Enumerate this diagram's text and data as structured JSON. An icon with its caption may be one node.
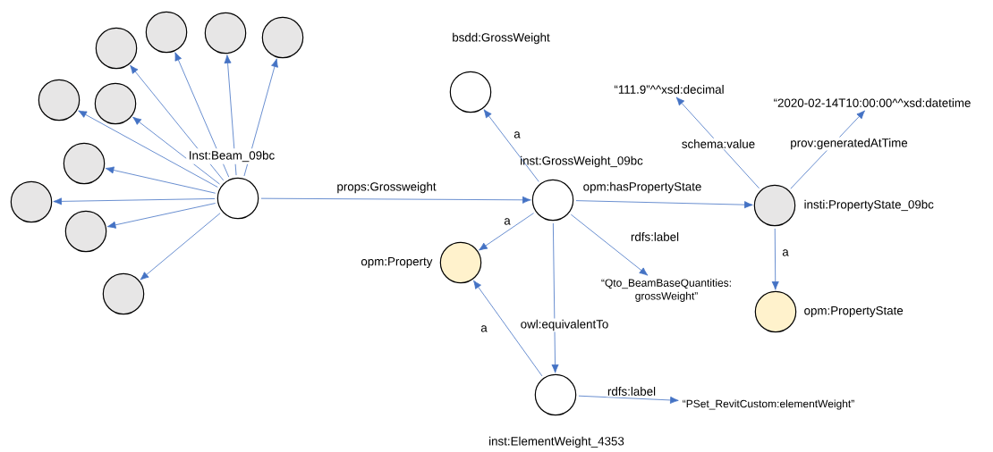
{
  "diagram": {
    "nodes": [
      {
        "text": [],
        "shape": "circle",
        "beside": [
          "Inst:Beam_09bc"
        ]
      },
      {
        "text": [],
        "shape": "circle"
      },
      {
        "text": [],
        "shape": "circle"
      },
      {
        "text": [],
        "shape": "circle"
      },
      {
        "text": [],
        "shape": "circle"
      },
      {
        "text": [],
        "shape": "circle"
      },
      {
        "text": [],
        "shape": "circle"
      },
      {
        "text": [],
        "shape": "circle"
      },
      {
        "text": [],
        "shape": "circle"
      },
      {
        "text": [],
        "shape": "circle"
      },
      {
        "text": [],
        "shape": "circle"
      },
      {
        "text": [],
        "shape": "circle",
        "beside": [
          "bsdd:GrossWeight"
        ]
      },
      {
        "text": [],
        "shape": "circle",
        "beside": [
          "inst:GrossWeight_09bc"
        ]
      },
      {
        "text": [],
        "shape": "circle",
        "beside": [
          "opm:Property"
        ]
      },
      {
        "text": [
          "“111.9”^^xsd:decimal"
        ]
      },
      {
        "text": [
          "“2020-02-14T10:00:00^^xsd:datetime"
        ]
      },
      {
        "text": [],
        "shape": "circle",
        "beside": [
          "insti:PropertyState_09bc"
        ]
      },
      {
        "text": [
          "“Qto_BeamBaseQuantities: grossWeight”"
        ]
      },
      {
        "text": [],
        "shape": "circle",
        "beside": [
          "opm:PropertyState"
        ]
      },
      {
        "text": [],
        "shape": "circle",
        "beside": [
          "inst:ElementWeight_4353"
        ]
      },
      {
        "text": [
          "“PSet_RevitCustom:elementWeight”"
        ]
      }
    ],
    "edges": [
      {
        "from": 0,
        "to": 1,
        "arrow": "to"
      },
      {
        "from": 0,
        "to": 2,
        "arrow": "to"
      },
      {
        "from": 0,
        "to": 3,
        "arrow": "to"
      },
      {
        "from": 0,
        "to": 4,
        "arrow": "to"
      },
      {
        "from": 0,
        "to": 5,
        "arrow": "to"
      },
      {
        "from": 0,
        "to": 6,
        "arrow": "to"
      },
      {
        "from": 0,
        "to": 7,
        "arrow": "to"
      },
      {
        "from": 0,
        "to": 8,
        "arrow": "to"
      },
      {
        "from": 0,
        "to": 9,
        "arrow": "to"
      },
      {
        "from": 0,
        "to": 10,
        "arrow": "to"
      },
      {
        "from": 0,
        "to": 12,
        "arrow": "to",
        "label": "props:Grossweight"
      },
      {
        "from": 12,
        "to": 11,
        "arrow": "to",
        "label": "a"
      },
      {
        "from": 12,
        "to": 13,
        "arrow": "to",
        "label": "a"
      },
      {
        "from": 12,
        "to": 16,
        "arrow": "to",
        "label": "opm:hasPropertyState"
      },
      {
        "from": 12,
        "to": 17,
        "arrow": "to",
        "label": "rdfs:label"
      },
      {
        "from": 12,
        "to": 19,
        "arrow": "to",
        "label": "owl:equivalentTo"
      },
      {
        "from": 19,
        "to": 13,
        "arrow": "to",
        "label": "a"
      },
      {
        "from": 19,
        "to": 20,
        "arrow": "to",
        "label": "rdfs:label"
      },
      {
        "from": 16,
        "to": 14,
        "arrow": "to",
        "label": "schema:value"
      },
      {
        "from": 16,
        "to": 15,
        "arrow": "to",
        "label": "prov:generatedAtTime"
      },
      {
        "from": 16,
        "to": 18,
        "arrow": "to",
        "label": "a"
      }
    ]
  }
}
